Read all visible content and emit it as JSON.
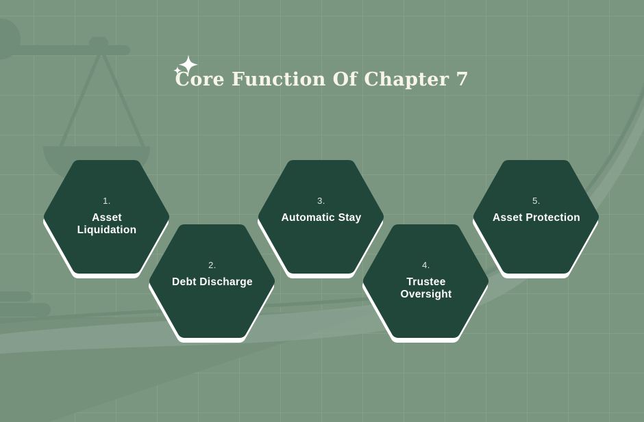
{
  "title": {
    "text": "Core Function Of Chapter 7"
  },
  "items": [
    {
      "number": "1.",
      "label": "Asset Liquidation"
    },
    {
      "number": "2.",
      "label": "Debt Discharge"
    },
    {
      "number": "3.",
      "label": "Automatic Stay"
    },
    {
      "number": "4.",
      "label": "Trustee Oversight"
    },
    {
      "number": "5.",
      "label": "Asset Protection"
    }
  ],
  "decorations": {
    "sparkle": "sparkle-icon",
    "scales": "scales-of-justice-silhouette",
    "swoosh": "curved-swoosh-line",
    "grid": "grid-lines"
  },
  "colors": {
    "background": "#7b9680",
    "grid_line": "#85a089",
    "hexagon_fill": "#21463a",
    "hexagon_outline": "#ffffff",
    "heading_text": "#f7f4e8",
    "hexagon_number_text": "#dfe6e0",
    "hexagon_label_text": "#ffffff",
    "silhouette": "#6f8d79",
    "swoosh_light": "#8ba291",
    "swoosh_dark": "#6e8c78",
    "bottom_wedge": "#75917c"
  }
}
